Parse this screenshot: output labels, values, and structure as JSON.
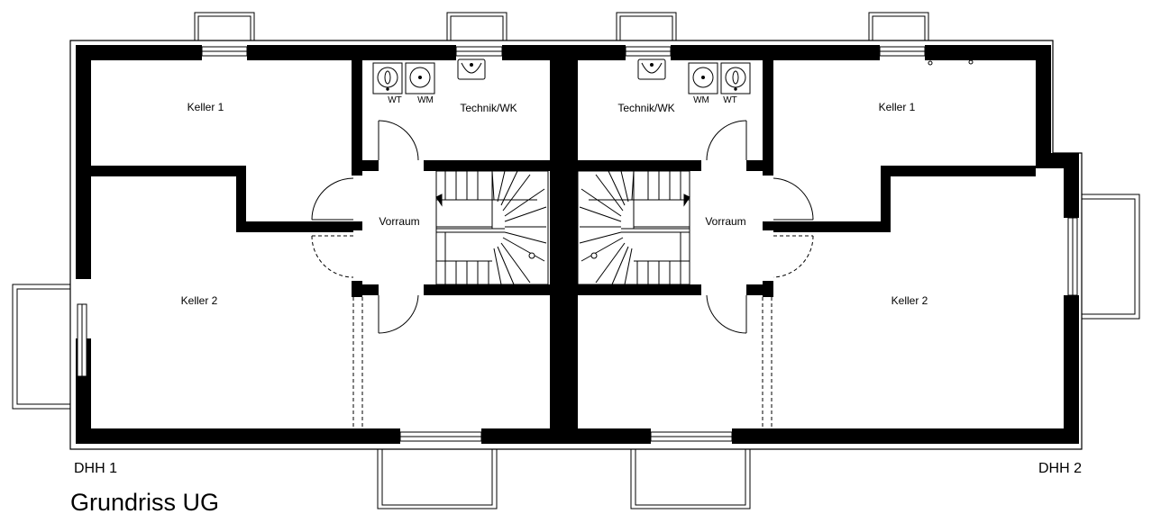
{
  "plan": {
    "title": "Grundriss UG",
    "house_left": "DHH 1",
    "house_right": "DHH 2",
    "rooms": {
      "keller1": "Keller 1",
      "keller2": "Keller 2",
      "technik": "Technik/WK",
      "vorraum": "Vorraum"
    },
    "fixtures": {
      "wt": "WT",
      "wm": "WM"
    },
    "colors": {
      "wall": "#000000",
      "line": "#000000",
      "background": "#ffffff"
    }
  }
}
